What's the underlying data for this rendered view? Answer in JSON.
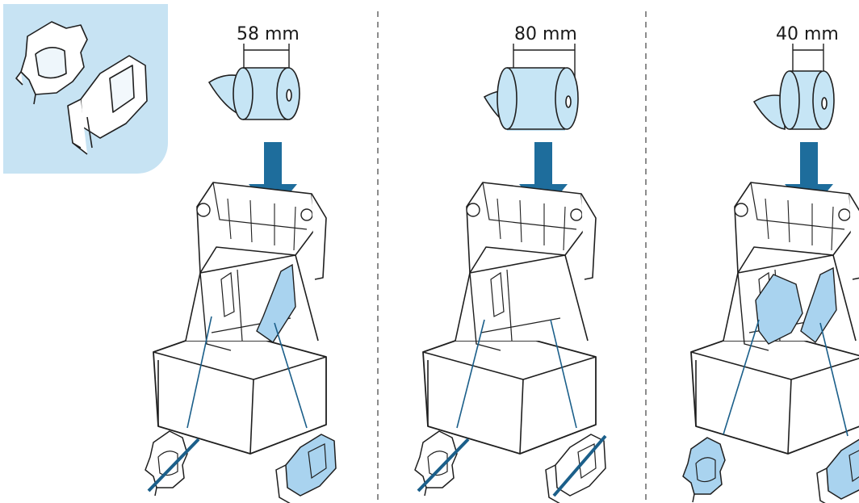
{
  "inset": {
    "background_color": "#c7e3f3",
    "parts": [
      "roll-guide-left-icon",
      "roll-guide-right-icon"
    ]
  },
  "panels": [
    {
      "width_label": "58 mm",
      "left_guide": "removed",
      "right_guide": "installed"
    },
    {
      "width_label": "80 mm",
      "left_guide": "removed",
      "right_guide": "removed"
    },
    {
      "width_label": "40 mm",
      "left_guide": "installed",
      "right_guide": "installed"
    }
  ],
  "colors": {
    "paper_roll": "#c6e5f5",
    "guide_fill": "#a9d3ef",
    "arrow": "#1e6d9c",
    "outline": "#1f1f1f",
    "strike": "#1b5f8a",
    "divider": "#8c8c8c"
  }
}
